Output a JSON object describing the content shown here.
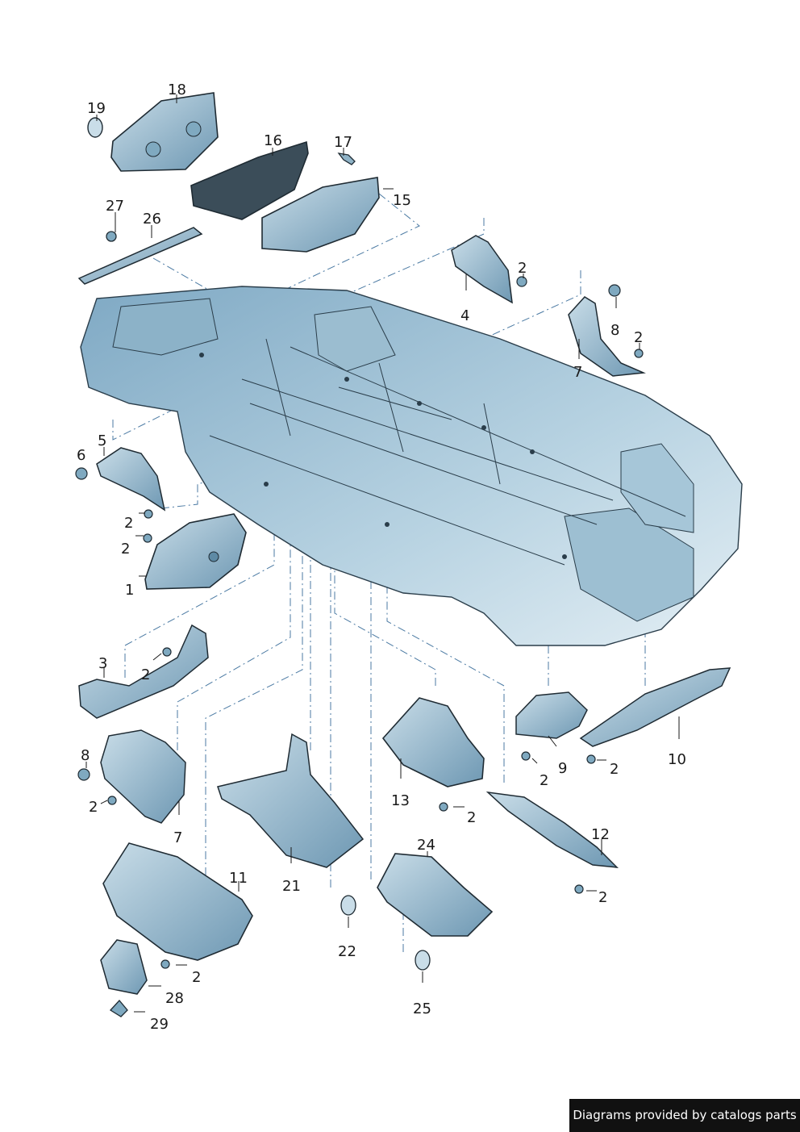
{
  "callouts": [
    "18",
    "19",
    "16",
    "17",
    "15",
    "27",
    "26",
    "2",
    "4",
    "8",
    "2",
    "7",
    "5",
    "6",
    "2",
    "2",
    "1",
    "3",
    "2",
    "8",
    "7",
    "2",
    "11",
    "21",
    "13",
    "2",
    "22",
    "24",
    "25",
    "28",
    "29",
    "2",
    "9",
    "2",
    "10",
    "2",
    "12",
    "2"
  ],
  "credit": "Diagrams provided by catalogs parts"
}
